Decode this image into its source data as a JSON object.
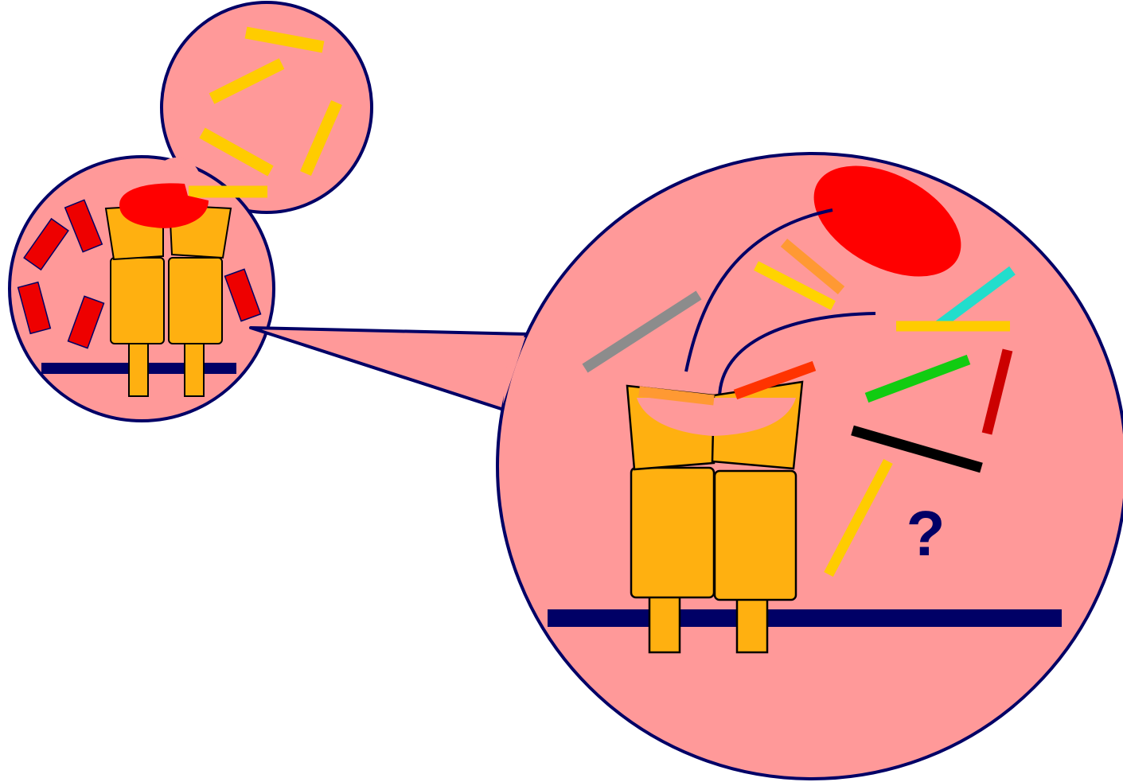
{
  "diagram": {
    "background": "#ffffff",
    "colors": {
      "bubble_fill": "#ff9999",
      "outline": "#000066",
      "receptor": "#ffb010",
      "receptor_stroke": "#000000",
      "ligand_red": "#ff0000",
      "membrane": "#000066"
    },
    "zoom_panel": {
      "question_label": "?"
    },
    "molecules": [
      {
        "name": "gray-molecule",
        "color": "#8c8c8c"
      },
      {
        "name": "orange-molecule-top",
        "color": "#ff9933"
      },
      {
        "name": "yellow-molecule-top",
        "color": "#ffd400"
      },
      {
        "name": "cyan-molecule",
        "color": "#22ddcc"
      },
      {
        "name": "yellow-molecule-right",
        "color": "#ffcc00"
      },
      {
        "name": "green-molecule",
        "color": "#11cc11"
      },
      {
        "name": "darkred-molecule",
        "color": "#cc0000"
      },
      {
        "name": "black-molecule",
        "color": "#000000"
      },
      {
        "name": "yellow-molecule-bottom",
        "color": "#ffcc00"
      },
      {
        "name": "orange-molecule-binding",
        "color": "#ff9933"
      },
      {
        "name": "redorange-molecule-binding",
        "color": "#ff3300"
      }
    ]
  }
}
